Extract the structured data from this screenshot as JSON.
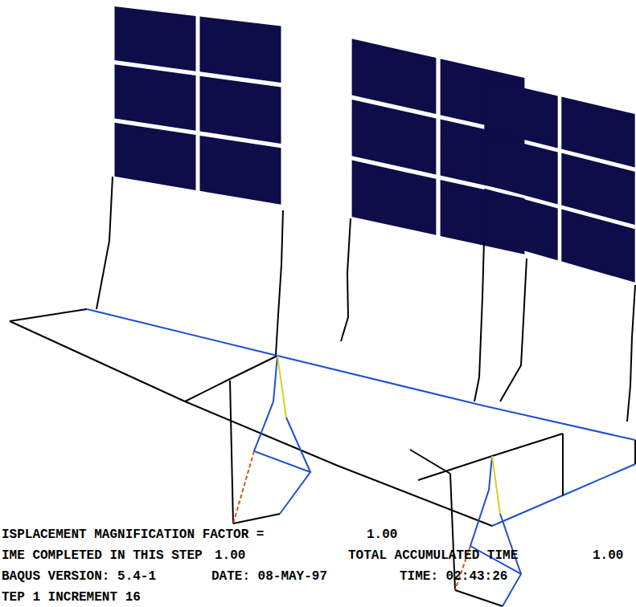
{
  "diagram": {
    "labels": [
      "ISPLACEMENT MAGNIFICATION FACTOR =",
      "1.00",
      "IME COMPLETED IN THIS STEP",
      "1.00",
      "TOTAL ACCUMULATED TIME",
      "1.00",
      "BAQUS VERSION: 5.4-1",
      "DATE: 08-MAY-97",
      "TIME: 02:43:26",
      "TEP 1 INCREMENT 16"
    ]
  }
}
